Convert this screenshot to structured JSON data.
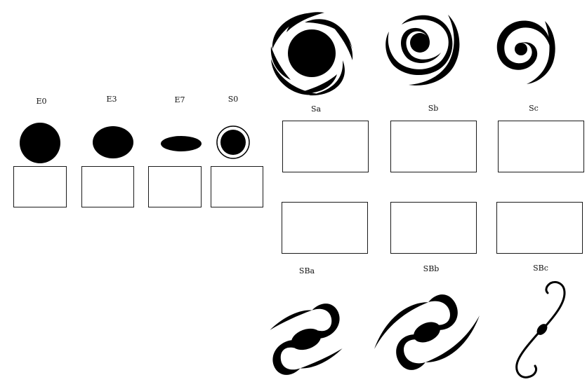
{
  "elliptical": {
    "e0": {
      "label": "E0"
    },
    "e3": {
      "label": "E3"
    },
    "e7": {
      "label": "E7"
    },
    "s0": {
      "label": "S0"
    }
  },
  "spiral": {
    "sa": {
      "label": "Sa"
    },
    "sb": {
      "label": "Sb"
    },
    "sc": {
      "label": "Sc"
    }
  },
  "barred": {
    "sba": {
      "label": "SBa"
    },
    "sbb": {
      "label": "SBb"
    },
    "sbc": {
      "label": "SBc"
    }
  },
  "colors": {
    "ink": "#000000",
    "box_border": "#1a1a1a",
    "background": "#ffffff"
  }
}
